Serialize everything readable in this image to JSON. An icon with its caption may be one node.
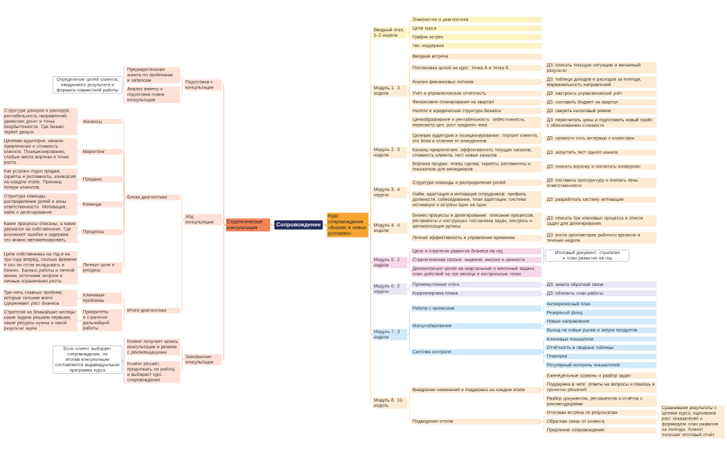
{
  "diagram": {
    "nodes": [
      {
        "text": [
          "Сопровождение"
        ]
      },
      {
        "text": [
          "Стратегическая консультация"
        ]
      },
      {
        "text": [
          "Подготовка к консультации"
        ]
      },
      {
        "text": [
          "Предварительная анкета по проблемам и запросам"
        ]
      },
      {
        "text": [
          "Анализ анкеты и подготовка плана консультации"
        ]
      },
      {
        "text": [
          "Определение целей клиента, ожидаемого результата и формата совместной работы"
        ]
      },
      {
        "text": [
          "Ход консультации"
        ]
      },
      {
        "text": [
          "Блоки диагностики"
        ]
      },
      {
        "text": [
          "Финансы"
        ]
      },
      {
        "text": [
          "Структура доходов и расходов, рентабельность направлений, движение денег и точка безубыточности. Где бизнес теряет деньги."
        ]
      },
      {
        "text": [
          "Маркетинг"
        ]
      },
      {
        "text": [
          "Целевая аудитория, каналы привлечения и стоимость клиента. Позиционирование, слабые места воронки и точки роста."
        ]
      },
      {
        "text": [
          "Продажи"
        ]
      },
      {
        "text": [
          "Как устроен отдел продаж, скрипты и регламенты, конверсия на каждом этапе. Причины потери клиентов."
        ]
      },
      {
        "text": [
          "Команда"
        ]
      },
      {
        "text": [
          "Структура команды, распределение ролей и зоны ответственности. Мотивация, найм и делегирование."
        ]
      },
      {
        "text": [
          "Процессы"
        ]
      },
      {
        "text": [
          "Какие процессы описаны, а какие держатся на собственнике. Где возникают ошибки и задержки, что можно автоматизировать."
        ]
      },
      {
        "text": [
          "Личные цели и ресурсы"
        ]
      },
      {
        "text": [
          "Цели собственника на год и на три года вперёд, сколько времени и сил он готов вкладывать в бизнес. Баланс работы и личной жизни, источники энергии и личные ограничения роста."
        ]
      },
      {
        "text": [
          "Итоги диагностики"
        ]
      },
      {
        "text": [
          "Ключевые проблемы"
        ]
      },
      {
        "text": [
          "Три–пять главных проблем, которые сильнее всего сдерживают рост бизнеса"
        ]
      },
      {
        "text": [
          "Приоритеты и стратегия дальнейшей работы"
        ]
      },
      {
        "text": [
          "Стратегия на ближайшие месяцы: какие задачи решаем первыми, какие ресурсы нужны и какой результат ждём"
        ]
      },
      {
        "text": [
          "Завершение консультации"
        ]
      },
      {
        "text": [
          "Клиент получает запись консультации и резюме с рекомендациями"
        ]
      },
      {
        "text": [
          "Клиент решает, продолжать ли работу, и выбирает курс сопровождения"
        ]
      },
      {
        "text": [
          "Если клиент выбирает сопровождение, по итогам консультации составляется индивидуальная программа курса"
        ]
      },
      {
        "text": [
          "Курс сопровождения «Бизнес в новых условиях»"
        ]
      },
      {
        "text": [
          "Вводный этап, 1–2 недели"
        ]
      },
      {
        "text": [
          "Знакомство и диагностика"
        ]
      },
      {
        "text": [
          "Цели курса"
        ]
      },
      {
        "text": [
          "График встреч"
        ]
      },
      {
        "text": [
          "Чат поддержки"
        ]
      },
      {
        "text": [
          "Модуль 1. 3 недели"
        ]
      },
      {
        "text": [
          "Вводная встреча"
        ]
      },
      {
        "text": [
          "Постановка целей на курс: точка А и точка Б"
        ]
      },
      {
        "text": [
          "ДЗ: описать текущую ситуацию и желаемый результат"
        ]
      },
      {
        "text": [
          "Анализ финансовых потоков"
        ]
      },
      {
        "text": [
          "ДЗ: таблица доходов и расходов за полгода, маржинальность направлений"
        ]
      },
      {
        "text": [
          "Учёт и управленческая отчётность"
        ]
      },
      {
        "text": [
          "ДЗ: настроить управленческий учёт"
        ]
      },
      {
        "text": [
          "Финансовое планирование на квартал"
        ]
      },
      {
        "text": [
          "ДЗ: составить бюджет на квартал"
        ]
      },
      {
        "text": [
          "Налоги и юридическая структура бизнеса"
        ]
      },
      {
        "text": [
          "ДЗ: сверить налоговый режим"
        ]
      },
      {
        "text": [
          "Ценообразование и рентабельность: себестоимость, пересмотр цен, рост среднего чека"
        ]
      },
      {
        "text": [
          "ДЗ: пересчитать цены и подготовить новый прайс с обоснованием стоимости"
        ]
      },
      {
        "text": [
          "Модуль 2. 3 недели"
        ]
      },
      {
        "text": [
          "Целевая аудитория и позиционирование: портрет клиента, его боли и отличия от конкурентов"
        ]
      },
      {
        "text": [
          "ДЗ: провести пять интервью с клиентами"
        ]
      },
      {
        "text": [
          "Каналы привлечения: эффективность текущих каналов, стоимость клиента, тест новых каналов"
        ]
      },
      {
        "text": [
          "ДЗ: запустить тест одного канала"
        ]
      },
      {
        "text": [
          "Воронка продаж: этапы сделки, скрипты, регламенты и показатели для менеджеров"
        ]
      },
      {
        "text": [
          "ДЗ: описать воронку и посчитать конверсию"
        ]
      },
      {
        "text": [
          "Модуль 3. 4 недели"
        ]
      },
      {
        "text": [
          "Структура команды и распределение ролей"
        ]
      },
      {
        "text": [
          "ДЗ: составить оргструктуру и описать зоны ответственности"
        ]
      },
      {
        "text": [
          "Найм, адаптация и мотивация сотрудников: профиль должности, собеседование, план адаптации, система мотивации и встречи один на один"
        ]
      },
      {
        "text": [
          "ДЗ: разработать систему мотивации"
        ]
      },
      {
        "text": [
          "Модуль 4. 4 недели"
        ]
      },
      {
        "text": [
          "Бизнес-процессы и делегирование: описание процессов, регламенты и инструкции, постановка задач, контроль и автоматизация рутины"
        ]
      },
      {
        "text": [
          "ДЗ: описать три ключевых процесса и список задач для делегирования"
        ]
      },
      {
        "text": [
          "Личная эффективность и управление временем"
        ]
      },
      {
        "text": [
          "ДЗ: вести хронометраж рабочего времени в течение недели"
        ]
      },
      {
        "text": [
          "Модуль 5. 2 недели"
        ]
      },
      {
        "text": [
          "Цели и стратегия развития бизнеса на год"
        ]
      },
      {
        "text": [
          "Стратегическая сессия: видение, миссия и ценности"
        ]
      },
      {
        "text": [
          "Декомпозиция целей на квартальные и месячные задачи, план действий на три месяца и контрольные точки"
        ]
      },
      {
        "text": [
          "Итоговый документ: стратегия и план развития на год"
        ]
      },
      {
        "text": [
          "Модуль 6. 2 недели"
        ]
      },
      {
        "text": [
          "Промежуточные итоги"
        ]
      },
      {
        "text": [
          "ДЗ: анкета обратной связи"
        ]
      },
      {
        "text": [
          "Корректировка плана"
        ]
      },
      {
        "text": [
          "ДЗ: обновить план работы"
        ]
      },
      {
        "text": [
          "Модуль 7. 3 недели"
        ]
      },
      {
        "text": [
          "Работа с кризисами"
        ]
      },
      {
        "text": [
          "Антикризисный план"
        ]
      },
      {
        "text": [
          "Резервный фонд"
        ]
      },
      {
        "text": [
          "Масштабирование"
        ]
      },
      {
        "text": [
          "Новые направления"
        ]
      },
      {
        "text": [
          "Выход на новые рынки и запуск продуктов"
        ]
      },
      {
        "text": [
          "Система контроля"
        ]
      },
      {
        "text": [
          "Ключевые показатели"
        ]
      },
      {
        "text": [
          "Отчётность и сводные таблицы"
        ]
      },
      {
        "text": [
          "Планёрки"
        ]
      },
      {
        "text": [
          "Регулярный контроль показателей"
        ]
      },
      {
        "text": [
          "Модуль 8. 10 недель"
        ]
      },
      {
        "text": [
          "Внедрение изменений и поддержка на каждом этапе"
        ]
      },
      {
        "text": [
          "Еженедельные созвоны и разбор задач"
        ]
      },
      {
        "text": [
          "Поддержка в чате: ответы на вопросы и помощь в принятии решений"
        ]
      },
      {
        "text": [
          "Разбор документов, регламентов и отчётов с рекомендациями"
        ]
      },
      {
        "text": [
          "Подведение итогов"
        ]
      },
      {
        "text": [
          "Итоговая встреча по результатам"
        ]
      },
      {
        "text": [
          "Сравниваем результаты с целями курса, оцениваем рост показателей и формируем план развития на полгода. Клиент получает итоговый отчёт."
        ]
      },
      {
        "text": [
          "Обратная связь от клиента"
        ]
      },
      {
        "text": [
          "Продление сопровождения"
        ]
      }
    ],
    "edges": [
      {
        "from": 0,
        "to": 1,
        "arrow": "none",
        "color": "#f4a98c"
      },
      {
        "from": 1,
        "to": 2,
        "arrow": "none",
        "color": "#f4a98c"
      },
      {
        "from": 2,
        "to": 3,
        "arrow": "none",
        "color": "#f4a98c"
      },
      {
        "from": 2,
        "to": 4,
        "arrow": "none",
        "color": "#f4a98c"
      },
      {
        "from": 1,
        "to": 6,
        "arrow": "none",
        "color": "#f4a98c"
      },
      {
        "from": 6,
        "to": 7,
        "arrow": "none",
        "color": "#f4a98c"
      },
      {
        "from": 7,
        "to": 8,
        "arrow": "none",
        "color": "#f4a98c"
      },
      {
        "from": 8,
        "to": 9,
        "arrow": "none",
        "color": "#f4a98c"
      },
      {
        "from": 7,
        "to": 10,
        "arrow": "none",
        "color": "#f4a98c"
      },
      {
        "from": 10,
        "to": 11,
        "arrow": "none",
        "color": "#f4a98c"
      },
      {
        "from": 7,
        "to": 12,
        "arrow": "none",
        "color": "#f4a98c"
      },
      {
        "from": 12,
        "to": 13,
        "arrow": "none",
        "color": "#f4a98c"
      },
      {
        "from": 7,
        "to": 14,
        "arrow": "none",
        "color": "#f4a98c"
      },
      {
        "from": 14,
        "to": 15,
        "arrow": "none",
        "color": "#f4a98c"
      },
      {
        "from": 7,
        "to": 16,
        "arrow": "none",
        "color": "#f4a98c"
      },
      {
        "from": 16,
        "to": 17,
        "arrow": "none",
        "color": "#f4a98c"
      },
      {
        "from": 7,
        "to": 18,
        "arrow": "none",
        "color": "#f4a98c"
      },
      {
        "from": 18,
        "to": 19,
        "arrow": "none",
        "color": "#f4a98c"
      },
      {
        "from": 6,
        "to": 20,
        "arrow": "none",
        "color": "#f4a98c"
      },
      {
        "from": 20,
        "to": 21,
        "arrow": "none",
        "color": "#f4a98c"
      },
      {
        "from": 21,
        "to": 22,
        "arrow": "none",
        "color": "#f4a98c"
      },
      {
        "from": 20,
        "to": 23,
        "arrow": "none",
        "color": "#f4a98c"
      },
      {
        "from": 23,
        "to": 24,
        "arrow": "none",
        "color": "#f4a98c"
      },
      {
        "from": 1,
        "to": 25,
        "arrow": "none",
        "color": "#f4a98c"
      },
      {
        "from": 25,
        "to": 26,
        "arrow": "none",
        "color": "#f4a98c"
      },
      {
        "from": 25,
        "to": 27,
        "arrow": "none",
        "color": "#f4a98c"
      },
      {
        "from": 0,
        "to": 29,
        "arrow": "none",
        "color": "#f5a93a"
      },
      {
        "from": 29,
        "to": 30,
        "arrow": "none",
        "color": "#f7d56a"
      },
      {
        "from": 30,
        "to": 31,
        "arrow": "none",
        "color": "#f7d56a"
      },
      {
        "from": 30,
        "to": 32,
        "arrow": "none",
        "color": "#f7d56a"
      },
      {
        "from": 30,
        "to": 33,
        "arrow": "none",
        "color": "#f7d56a"
      },
      {
        "from": 30,
        "to": 34,
        "arrow": "none",
        "color": "#f7d56a"
      },
      {
        "from": 29,
        "to": 35,
        "arrow": "none"
      },
      {
        "from": 35,
        "to": 36,
        "arrow": "none"
      },
      {
        "from": 35,
        "to": 37,
        "arrow": "none"
      },
      {
        "from": 37,
        "to": 38,
        "arrow": "none"
      },
      {
        "from": 35,
        "to": 39,
        "arrow": "none"
      },
      {
        "from": 39,
        "to": 40,
        "arrow": "none"
      },
      {
        "from": 35,
        "to": 41,
        "arrow": "none"
      },
      {
        "from": 41,
        "to": 42,
        "arrow": "none"
      },
      {
        "from": 35,
        "to": 43,
        "arrow": "none"
      },
      {
        "from": 43,
        "to": 44,
        "arrow": "none"
      },
      {
        "from": 35,
        "to": 45,
        "arrow": "none"
      },
      {
        "from": 45,
        "to": 46,
        "arrow": "none"
      },
      {
        "from": 35,
        "to": 47,
        "arrow": "none"
      },
      {
        "from": 47,
        "to": 48,
        "arrow": "none"
      },
      {
        "from": 29,
        "to": 49,
        "arrow": "none"
      },
      {
        "from": 49,
        "to": 50,
        "arrow": "none"
      },
      {
        "from": 50,
        "to": 51,
        "arrow": "none"
      },
      {
        "from": 49,
        "to": 52,
        "arrow": "none"
      },
      {
        "from": 52,
        "to": 53,
        "arrow": "none"
      },
      {
        "from": 49,
        "to": 54,
        "arrow": "none"
      },
      {
        "from": 54,
        "to": 55,
        "arrow": "none"
      },
      {
        "from": 29,
        "to": 56,
        "arrow": "none"
      },
      {
        "from": 56,
        "to": 57,
        "arrow": "none"
      },
      {
        "from": 57,
        "to": 58,
        "arrow": "none"
      },
      {
        "from": 56,
        "to": 59,
        "arrow": "none"
      },
      {
        "from": 59,
        "to": 60,
        "arrow": "none"
      },
      {
        "from": 29,
        "to": 61,
        "arrow": "none"
      },
      {
        "from": 61,
        "to": 62,
        "arrow": "none"
      },
      {
        "from": 62,
        "to": 63,
        "arrow": "none"
      },
      {
        "from": 61,
        "to": 64,
        "arrow": "none"
      },
      {
        "from": 64,
        "to": 65,
        "arrow": "none"
      },
      {
        "from": 29,
        "to": 66,
        "arrow": "none",
        "color": "#eba3ca"
      },
      {
        "from": 66,
        "to": 67,
        "arrow": "none",
        "color": "#eba3ca"
      },
      {
        "from": 66,
        "to": 68,
        "arrow": "none",
        "color": "#eba3ca"
      },
      {
        "from": 66,
        "to": 69,
        "arrow": "none",
        "color": "#eba3ca"
      },
      {
        "from": 29,
        "to": 71,
        "arrow": "none",
        "color": "#bcbce0"
      },
      {
        "from": 71,
        "to": 72,
        "arrow": "none",
        "color": "#bcbce0"
      },
      {
        "from": 72,
        "to": 73,
        "arrow": "none",
        "color": "#bcbce0"
      },
      {
        "from": 71,
        "to": 74,
        "arrow": "none",
        "color": "#bcbce0"
      },
      {
        "from": 74,
        "to": 75,
        "arrow": "none",
        "color": "#bcbce0"
      },
      {
        "from": 29,
        "to": 76,
        "arrow": "none",
        "color": "#8dcbf1"
      },
      {
        "from": 76,
        "to": 77,
        "arrow": "none",
        "color": "#8dcbf1"
      },
      {
        "from": 77,
        "to": 78,
        "arrow": "none",
        "color": "#8dcbf1"
      },
      {
        "from": 77,
        "to": 79,
        "arrow": "none",
        "color": "#8dcbf1"
      },
      {
        "from": 76,
        "to": 80,
        "arrow": "none",
        "color": "#8dcbf1"
      },
      {
        "from": 80,
        "to": 81,
        "arrow": "none",
        "color": "#8dcbf1"
      },
      {
        "from": 80,
        "to": 82,
        "arrow": "none",
        "color": "#8dcbf1"
      },
      {
        "from": 76,
        "to": 83,
        "arrow": "none",
        "color": "#8dcbf1"
      },
      {
        "from": 83,
        "to": 84,
        "arrow": "none",
        "color": "#8dcbf1"
      },
      {
        "from": 83,
        "to": 85,
        "arrow": "none",
        "color": "#8dcbf1"
      },
      {
        "from": 83,
        "to": 86,
        "arrow": "none",
        "color": "#8dcbf1"
      },
      {
        "from": 83,
        "to": 87,
        "arrow": "none",
        "color": "#8dcbf1"
      },
      {
        "from": 29,
        "to": 88,
        "arrow": "none"
      },
      {
        "from": 88,
        "to": 89,
        "arrow": "none"
      },
      {
        "from": 89,
        "to": 90,
        "arrow": "none"
      },
      {
        "from": 89,
        "to": 91,
        "arrow": "none"
      },
      {
        "from": 89,
        "to": 92,
        "arrow": "none"
      },
      {
        "from": 88,
        "to": 93,
        "arrow": "none"
      },
      {
        "from": 93,
        "to": 94,
        "arrow": "none"
      },
      {
        "from": 94,
        "to": 95,
        "arrow": "none"
      },
      {
        "from": 93,
        "to": 96,
        "arrow": "none"
      },
      {
        "from": 93,
        "to": 97,
        "arrow": "none"
      }
    ]
  }
}
